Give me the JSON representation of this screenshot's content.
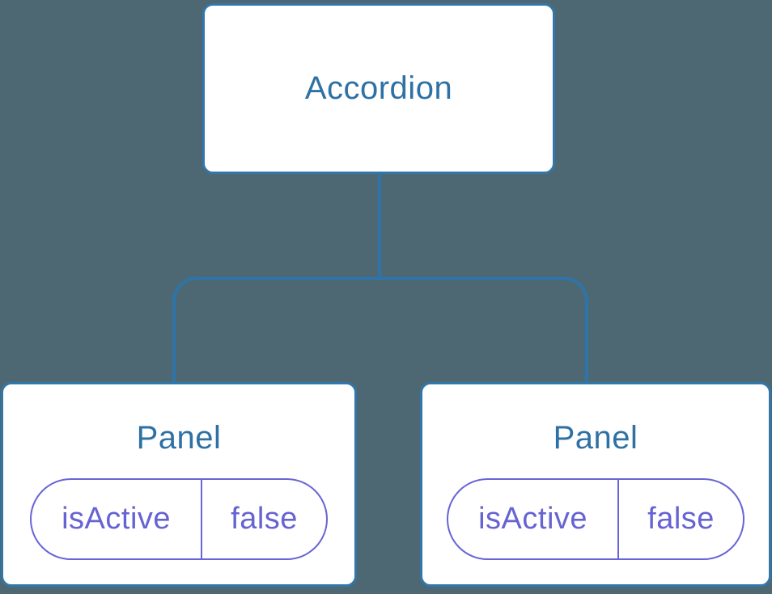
{
  "colors": {
    "background": "#4D6873",
    "node_bg": "#FFFFFF",
    "node_border": "#3177AB",
    "node_text": "#2E71A4",
    "connector": "#2F74A8",
    "pill_border": "#6865D6",
    "pill_text": "#6663D2"
  },
  "tree": {
    "root": {
      "label": "Accordion"
    },
    "children": [
      {
        "label": "Panel",
        "state": {
          "key": "isActive",
          "value": "false"
        }
      },
      {
        "label": "Panel",
        "state": {
          "key": "isActive",
          "value": "false"
        }
      }
    ]
  }
}
